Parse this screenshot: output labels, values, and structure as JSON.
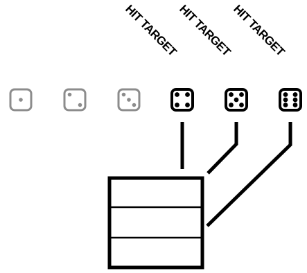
{
  "labels": {
    "target_1": "HIT TARGET",
    "target_2": "HIT TARGET",
    "target_3": "HIT TARGET"
  },
  "dice": [
    {
      "value": 1,
      "state": "inactive"
    },
    {
      "value": 2,
      "state": "inactive"
    },
    {
      "value": 3,
      "state": "inactive"
    },
    {
      "value": 4,
      "state": "active"
    },
    {
      "value": 5,
      "state": "active"
    },
    {
      "value": 6,
      "state": "active"
    }
  ],
  "box": {
    "sections": 3
  },
  "colors": {
    "inactive": "#8c8c8c",
    "active": "#000000",
    "background": "#ffffff"
  }
}
